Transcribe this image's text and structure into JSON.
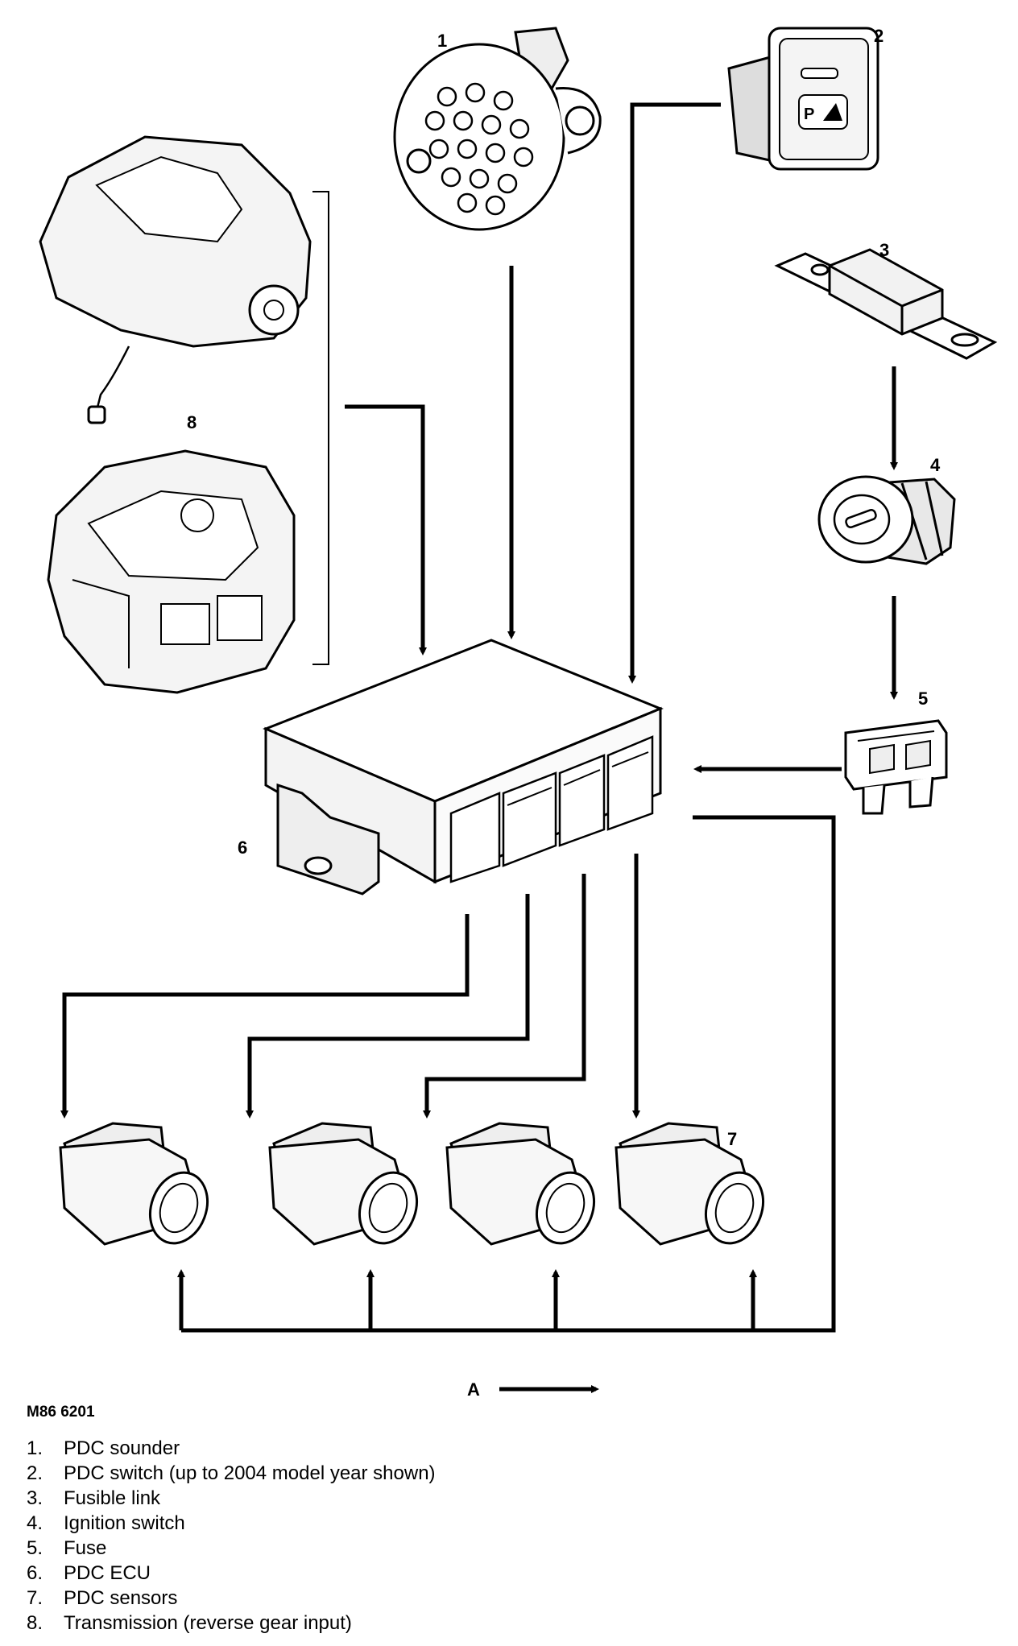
{
  "figure_code": "M86 6201",
  "direction_label": "A",
  "component_numbers": {
    "sounder": "1",
    "switch": "2",
    "fusible_link": "3",
    "ignition": "4",
    "fuse": "5",
    "ecu": "6",
    "sensors": "7",
    "transmission": "8"
  },
  "switch_text": "P",
  "legend": [
    {
      "num": "1.",
      "text": "PDC sounder"
    },
    {
      "num": "2.",
      "text": "PDC switch (up to 2004 model year shown)"
    },
    {
      "num": "3.",
      "text": "Fusible link"
    },
    {
      "num": "4.",
      "text": "Ignition switch"
    },
    {
      "num": "5.",
      "text": "Fuse"
    },
    {
      "num": "6.",
      "text": "PDC ECU"
    },
    {
      "num": "7.",
      "text": "PDC sensors"
    },
    {
      "num": "8.",
      "text": "Transmission (reverse gear input)"
    }
  ]
}
